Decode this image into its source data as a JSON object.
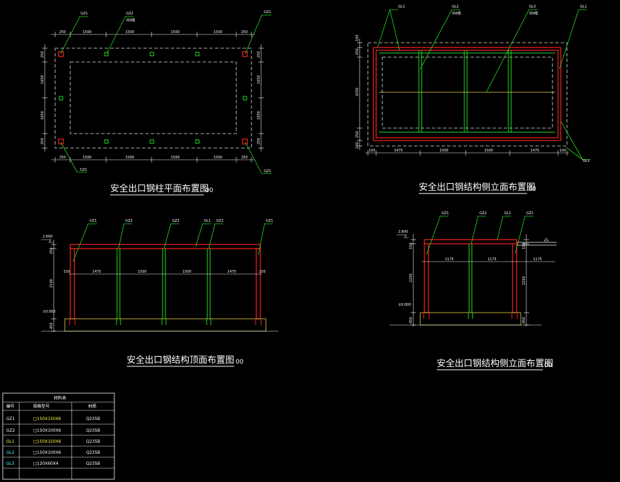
{
  "colors": {
    "background": "#000000",
    "column_gz1": "#ff2020",
    "column_gz2": "#22dd22",
    "beam_gl1": "#ff2020",
    "beam_gl2": "#22dd22",
    "leader_line": "#22dd22",
    "dimension_line": "#ffffff",
    "dashed_outline": "#e8e8e8",
    "yellow_beam": "#e6d94a",
    "table_highlight_yellow": "#ffff55",
    "table_highlight_cyan": "#55ffff"
  },
  "views": {
    "plan": {
      "title": "安全出口钢柱平面布置图",
      "scale": "00",
      "labels": {
        "tl": "GZ1",
        "top": "GZ2",
        "top_note": "共8根",
        "tr": "GZ1",
        "br": "GZ1",
        "bl": "GZ1"
      },
      "dims": {
        "top": [
          "250",
          "1500",
          "1500",
          "1500",
          "1500",
          "250"
        ],
        "bottom": [
          "250",
          "1500",
          "1500",
          "1500",
          "1500",
          "250"
        ],
        "left": [
          "250",
          "1650",
          "1650",
          "250"
        ],
        "right": [
          "250",
          "1650",
          "1650",
          "250"
        ]
      }
    },
    "side_elevation_1": {
      "title": "安全出口钢结构侧立面布置图",
      "scale": "00",
      "labels": {
        "gl1_top": "GL1",
        "gl2": "GL2",
        "gl2_note": "共8根",
        "gl3": "GL3",
        "gl3_note": "共8根",
        "gl1_right": "GL1",
        "gl1_bottom": "GL1"
      },
      "dims": {
        "bottom": [
          "100",
          "1475",
          "1500",
          "1500",
          "1475",
          "100"
        ],
        "left": [
          "100",
          "250",
          "3250",
          "250",
          "100"
        ]
      }
    },
    "front_elevation": {
      "title": "安全出口钢结构顶面布置图",
      "scale": "00",
      "labels": [
        "GZ1",
        "GZ2",
        "GZ2",
        "GL1",
        "GZ2",
        "GZ1"
      ],
      "level_top": "2.600",
      "level_ground": "±0.000",
      "dims": {
        "mid": [
          "150",
          "1475",
          "1500",
          "1500",
          "1475",
          "150"
        ],
        "left": [
          "250",
          "2100",
          "450"
        ]
      }
    },
    "side_elevation_2": {
      "title": "安全出口钢结构侧立面布置图",
      "scale": "00",
      "labels": [
        "GZ1",
        "GZ2",
        "GL1",
        "GZ1"
      ],
      "level_top": "2.600",
      "level_ground": "±0.000",
      "dims": {
        "mid": [
          "1175",
          "1175",
          "1175"
        ],
        "left": [
          "150",
          "2250",
          "450"
        ],
        "right": [
          "150",
          "2250",
          "450"
        ]
      }
    }
  },
  "material_table": {
    "title": "材料表",
    "headers": [
      "编号",
      "规格型号",
      "材质"
    ],
    "rows": [
      {
        "id": "GZ1",
        "spec": "□150X150X6",
        "material": "Q235B",
        "id_color": "#ffffff",
        "spec_color": "#ffff55"
      },
      {
        "id": "GZ2",
        "spec": "□150X100X6",
        "material": "Q235B",
        "id_color": "#ffffff",
        "spec_color": "#ffffff"
      },
      {
        "id": "GL1",
        "spec": "□150X150X6",
        "material": "Q235B",
        "id_color": "#ffff55",
        "spec_color": "#ffff55"
      },
      {
        "id": "GL2",
        "spec": "□150X100X6",
        "material": "Q235B",
        "id_color": "#55ffff",
        "spec_color": "#ffffff"
      },
      {
        "id": "GL3",
        "spec": "□120X60X4",
        "material": "Q235B",
        "id_color": "#55ffff",
        "spec_color": "#ffffff"
      }
    ]
  }
}
